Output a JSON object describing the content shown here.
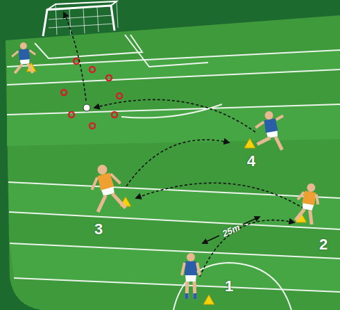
{
  "diagram": {
    "labels": [
      "1",
      "2",
      "3",
      "4",
      "25m"
    ]
  }
}
